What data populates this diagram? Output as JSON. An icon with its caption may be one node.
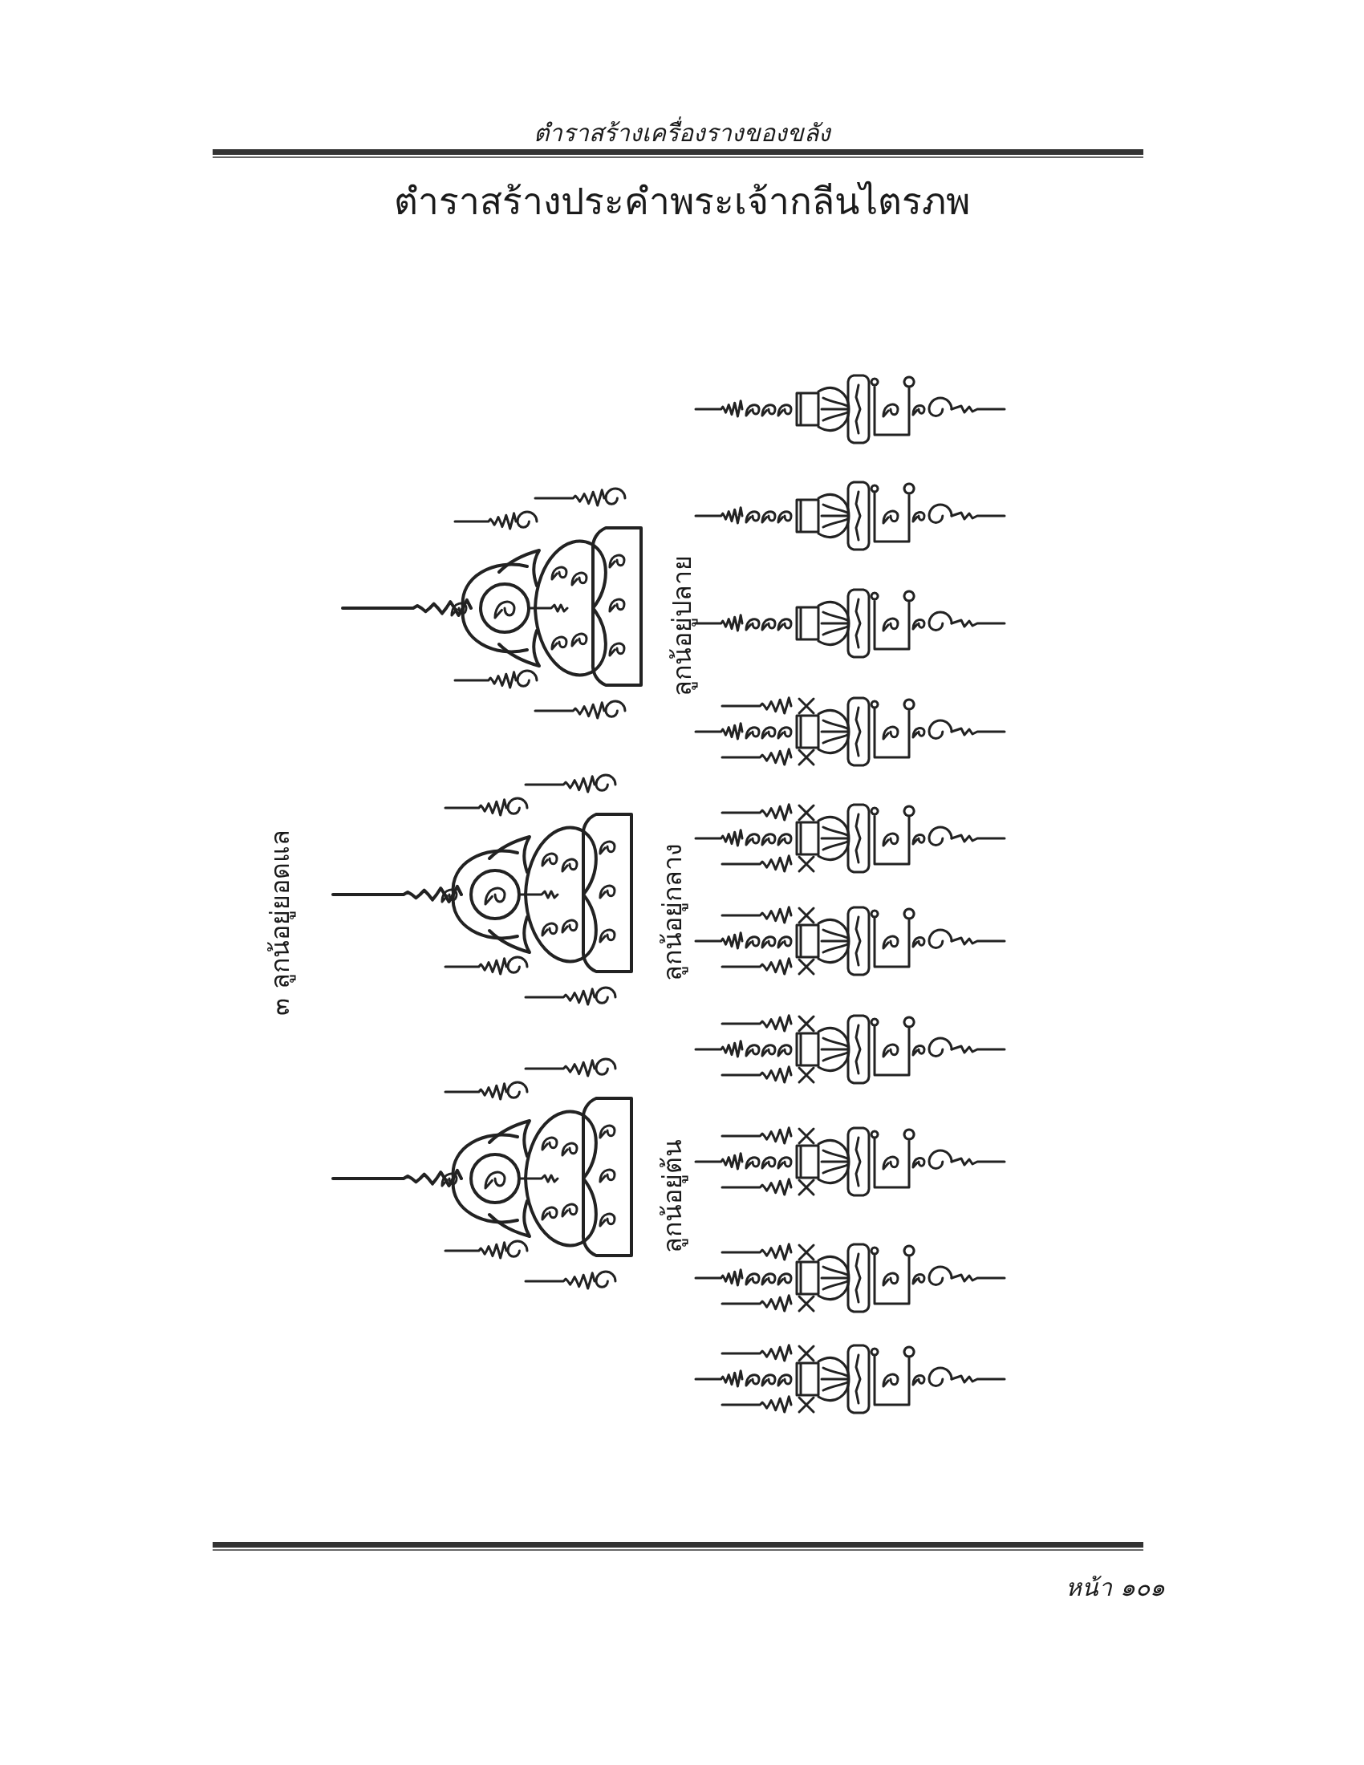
{
  "diagram": {
    "title": "ตำราสร้างประคำพระเจ้ากลีนไตรภพ",
    "nodes": [
      {
        "text": [],
        "shape": "picture"
      },
      {
        "text": [],
        "shape": "picture"
      },
      {
        "text": [],
        "shape": "picture"
      },
      {
        "text": [],
        "shape": "picture"
      },
      {
        "text": [],
        "shape": "picture"
      },
      {
        "text": [],
        "shape": "picture"
      },
      {
        "text": [],
        "shape": "picture"
      },
      {
        "text": [],
        "shape": "picture"
      },
      {
        "text": [],
        "shape": "picture"
      },
      {
        "text": [],
        "shape": "picture"
      },
      {
        "text": [],
        "shape": "picture"
      },
      {
        "text": [],
        "shape": "picture"
      },
      {
        "text": [],
        "shape": "picture"
      }
    ],
    "labels": [
      "ตำราสร้างเครื่องรางของขลัง",
      "ลูกน้อยู่ปลาย",
      "ลูกน้อยู่กลาง",
      "ลูกน้อยู่ต้น",
      "๓ ลูกน้อยู่ยอดแล",
      "หน้า ๑๐๑"
    ]
  }
}
